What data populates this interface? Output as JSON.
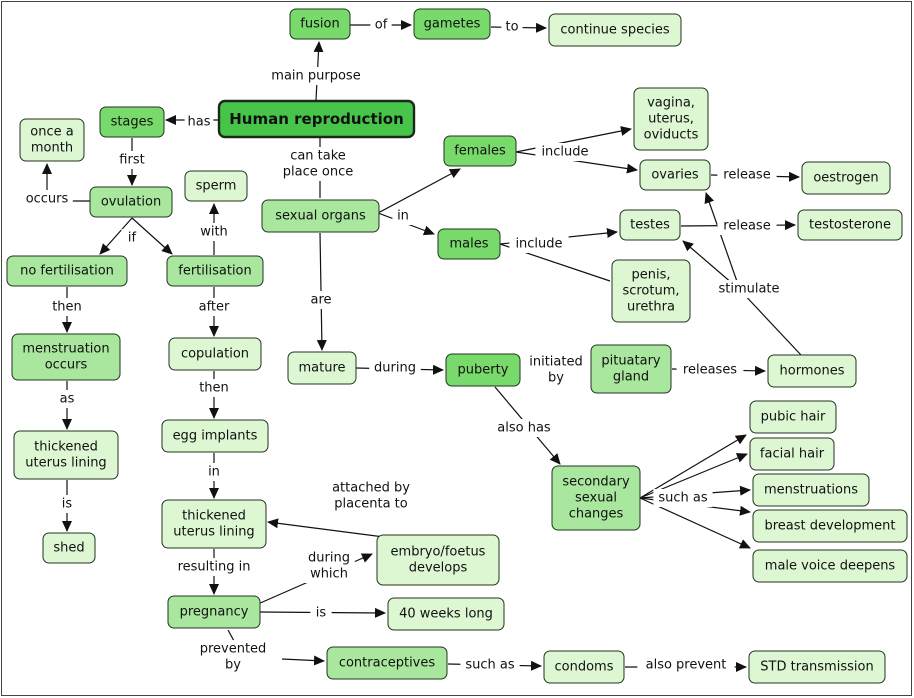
{
  "nodes": {
    "human_reproduction": "Human reproduction",
    "fusion": "fusion",
    "gametes": "gametes",
    "continue_species": "continue species",
    "stages": "stages",
    "once_a_month": [
      "once a",
      "month"
    ],
    "ovulation": "ovulation",
    "no_fertilisation": "no fertilisation",
    "fertilisation": "fertilisation",
    "sperm": "sperm",
    "menstruation_occurs": [
      "menstruation",
      "occurs"
    ],
    "thickened_lining_left": [
      "thickened",
      "uterus lining"
    ],
    "shed": "shed",
    "copulation": "copulation",
    "egg_implants": "egg implants",
    "thickened_lining_mid": [
      "thickened",
      "uterus lining"
    ],
    "pregnancy": "pregnancy",
    "embryo_develops": [
      "embryo/foetus",
      "develops"
    ],
    "forty_weeks": "40 weeks long",
    "contraceptives": "contraceptives",
    "condoms": "condoms",
    "std_transmission": "STD transmission",
    "sexual_organs": "sexual organs",
    "mature": "mature",
    "puberty": "puberty",
    "pituitary_gland": [
      "pituatary",
      "gland"
    ],
    "hormones": "hormones",
    "females": "females",
    "males": "males",
    "female_organs": [
      "vagina,",
      "uterus,",
      "oviducts"
    ],
    "ovaries": "ovaries",
    "oestrogen": "oestrogen",
    "testes": "testes",
    "testosterone": "testosterone",
    "male_organs": [
      "penis,",
      "scrotum,",
      "urethra"
    ],
    "secondary_changes": [
      "secondary",
      "sexual",
      "changes"
    ],
    "pubic_hair": "pubic hair",
    "facial_hair": "facial hair",
    "menstruations": "menstruations",
    "breast_development": "breast development",
    "male_voice": "male voice deepens"
  },
  "links": {
    "main_purpose": "main purpose",
    "of": "of",
    "to": "to",
    "has": "has",
    "first": "first",
    "occurs": "occurs",
    "if": "if",
    "with": "with",
    "then_left": "then",
    "as": "as",
    "is_left": "is",
    "after": "after",
    "then_mid": "then",
    "in_mid": "in",
    "attached_by": [
      "attached by",
      "placenta to"
    ],
    "resulting_in": "resulting in",
    "during_which": [
      "during",
      "which"
    ],
    "is_mid": "is",
    "prevented_by": [
      "prevented",
      "by"
    ],
    "such_as_condoms": "such as",
    "also_prevent": "also prevent",
    "can_take_place": [
      "can take",
      "place once"
    ],
    "are": "are",
    "during": "during",
    "in_organs": "in",
    "include_f": "include",
    "include_m": "include",
    "release_o": "release",
    "release_t": "release",
    "initiated_by": [
      "initiated",
      "by"
    ],
    "releases": "releases",
    "stimulate": "stimulate",
    "also_has": "also has",
    "such_as_changes": "such as"
  }
}
